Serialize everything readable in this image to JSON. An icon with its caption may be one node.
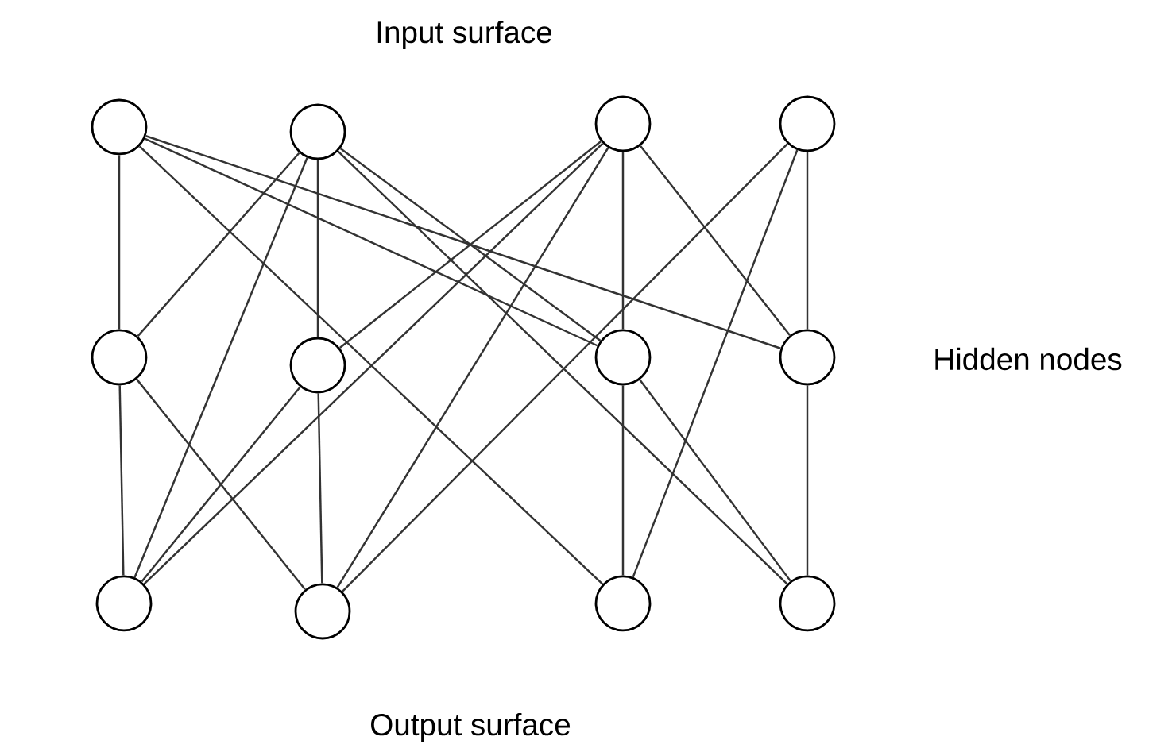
{
  "diagram": {
    "nodes": [
      {
        "text": [],
        "shape": "circle"
      },
      {
        "text": [],
        "shape": "circle"
      },
      {
        "text": [],
        "shape": "circle"
      },
      {
        "text": [],
        "shape": "circle"
      },
      {
        "text": [],
        "shape": "circle"
      },
      {
        "text": [],
        "shape": "circle"
      },
      {
        "text": [],
        "shape": "circle"
      },
      {
        "text": [],
        "shape": "circle"
      },
      {
        "text": [],
        "shape": "circle"
      },
      {
        "text": [],
        "shape": "circle"
      },
      {
        "text": [],
        "shape": "circle"
      },
      {
        "text": [],
        "shape": "circle"
      }
    ],
    "edges": [
      {
        "from": 0,
        "to": 4,
        "arrow": "none"
      },
      {
        "from": 0,
        "to": 6,
        "arrow": "none"
      },
      {
        "from": 0,
        "to": 7,
        "arrow": "none"
      },
      {
        "from": 0,
        "to": 10,
        "arrow": "none"
      },
      {
        "from": 1,
        "to": 5,
        "arrow": "none"
      },
      {
        "from": 1,
        "to": 4,
        "arrow": "none"
      },
      {
        "from": 1,
        "to": 8,
        "arrow": "none"
      },
      {
        "from": 1,
        "to": 6,
        "arrow": "none"
      },
      {
        "from": 1,
        "to": 11,
        "arrow": "none"
      },
      {
        "from": 2,
        "to": 6,
        "arrow": "none"
      },
      {
        "from": 2,
        "to": 5,
        "arrow": "none"
      },
      {
        "from": 2,
        "to": 8,
        "arrow": "none"
      },
      {
        "from": 2,
        "to": 9,
        "arrow": "none"
      },
      {
        "from": 2,
        "to": 7,
        "arrow": "none"
      },
      {
        "from": 3,
        "to": 7,
        "arrow": "none"
      },
      {
        "from": 3,
        "to": 9,
        "arrow": "none"
      },
      {
        "from": 3,
        "to": 10,
        "arrow": "none"
      },
      {
        "from": 4,
        "to": 8,
        "arrow": "none"
      },
      {
        "from": 4,
        "to": 9,
        "arrow": "none"
      },
      {
        "from": 5,
        "to": 9,
        "arrow": "none"
      },
      {
        "from": 5,
        "to": 8,
        "arrow": "none"
      },
      {
        "from": 6,
        "to": 10,
        "arrow": "none"
      },
      {
        "from": 6,
        "to": 11,
        "arrow": "none"
      },
      {
        "from": 7,
        "to": 11,
        "arrow": "none"
      }
    ],
    "labels": [
      "Input surface",
      "Hidden nodes",
      "Output surface"
    ]
  }
}
